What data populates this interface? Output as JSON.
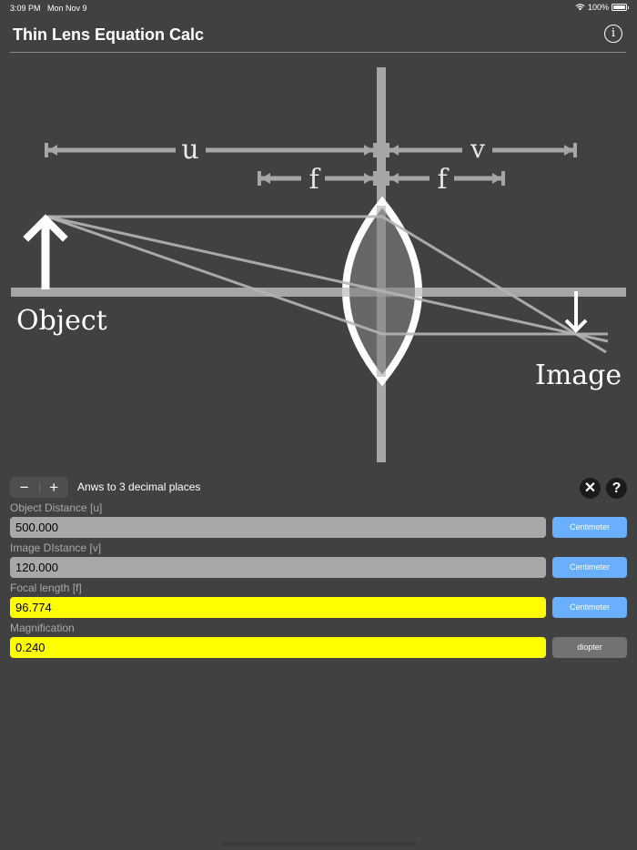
{
  "status_bar": {
    "time": "3:09 PM",
    "date": "Mon Nov 9",
    "wifi_icon": "wifi-icon",
    "battery_percent": "100%",
    "battery_icon": "battery-icon"
  },
  "header": {
    "title": "Thin Lens Equation Calc",
    "info_icon": "info-circle-icon",
    "info_glyph": "i"
  },
  "diagram": {
    "labels": {
      "u": "u",
      "v": "v",
      "f_left": "f",
      "f_right": "f",
      "object": "Object",
      "image": "Image"
    },
    "colors": {
      "line": "#a6a6a6",
      "lens_fill": "#6e6e6e",
      "lens_stroke": "#ffffff",
      "arrow": "#ffffff",
      "ray": "#b5b5b5"
    }
  },
  "controls": {
    "decrement": "−",
    "increment": "+",
    "decimal_text": "Anws to 3 decimal places",
    "clear_glyph": "✕",
    "help_glyph": "?"
  },
  "fields": [
    {
      "label": "Object Distance [u]",
      "value": "500.000",
      "unit": "Centimeter",
      "style": "gray",
      "unit_style": "blue"
    },
    {
      "label": "Image DIstance [v]",
      "value": "120.000",
      "unit": "Centimeter",
      "style": "gray",
      "unit_style": "blue"
    },
    {
      "label": "Focal length [f]",
      "value": "96.774",
      "unit": "Centimeter",
      "style": "yellow",
      "unit_style": "blue"
    },
    {
      "label": "Magnification",
      "value": "0.240",
      "unit": "diopter",
      "style": "yellow",
      "unit_style": "dark"
    }
  ],
  "theme": {
    "background": "#414141",
    "input_gray": "#a8a8a8",
    "result_yellow": "#ffff00",
    "unit_blue": "#6aaefe",
    "unit_dark": "#727272"
  }
}
